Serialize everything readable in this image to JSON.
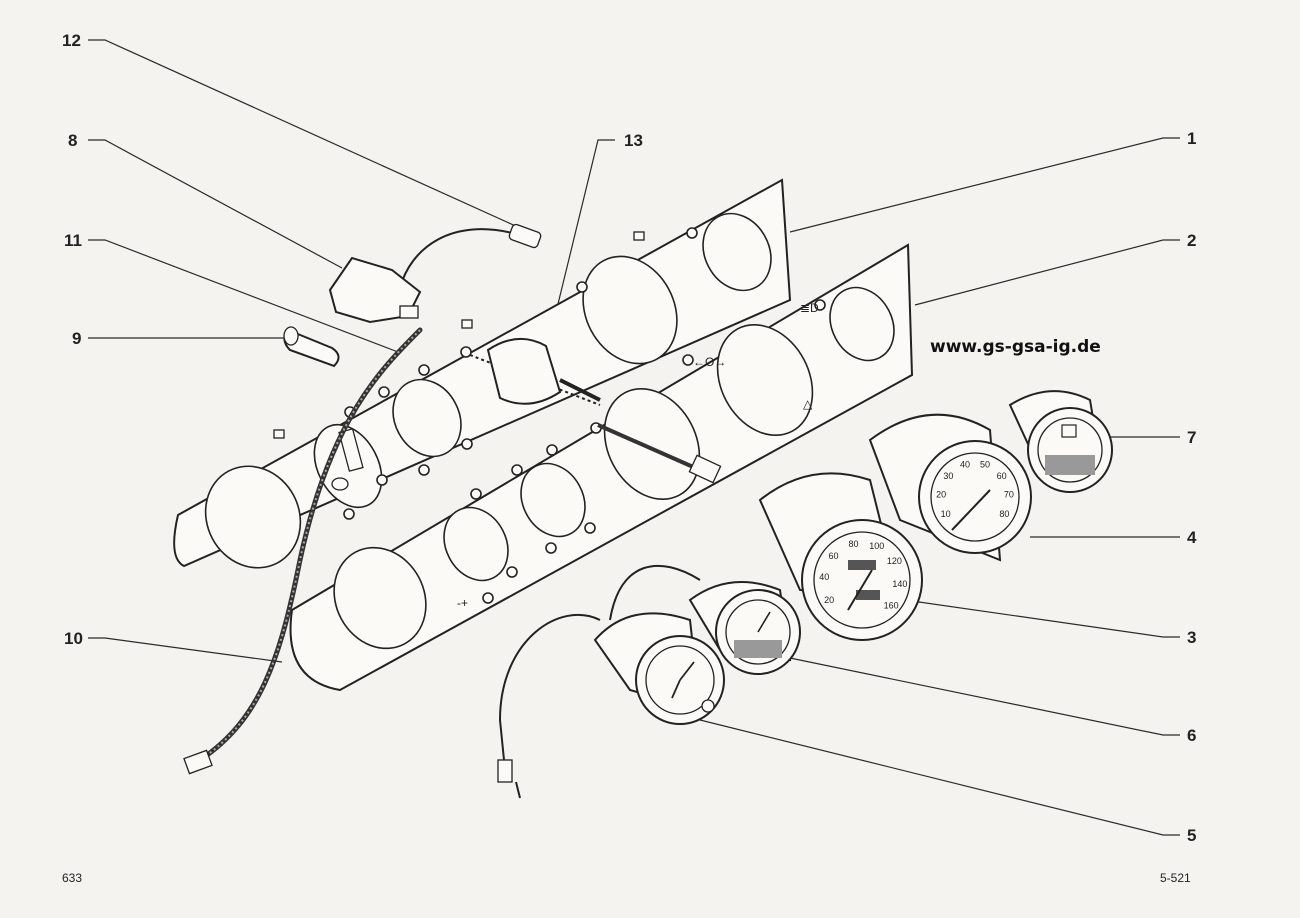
{
  "labels": [
    {
      "id": "12",
      "text": "12"
    },
    {
      "id": "8",
      "text": "8"
    },
    {
      "id": "11",
      "text": "11"
    },
    {
      "id": "9",
      "text": "9"
    },
    {
      "id": "13",
      "text": "13"
    },
    {
      "id": "1",
      "text": "1"
    },
    {
      "id": "2",
      "text": "2"
    },
    {
      "id": "7",
      "text": "7"
    },
    {
      "id": "4",
      "text": "4"
    },
    {
      "id": "3",
      "text": "3"
    },
    {
      "id": "6",
      "text": "6"
    },
    {
      "id": "10",
      "text": "10"
    },
    {
      "id": "5",
      "text": "5"
    }
  ],
  "website": "www.gs-gsa-ig.de",
  "page_number_left": "633",
  "page_number_right": "5-521",
  "speedo_scale": [
    "20",
    "40",
    "60",
    "80",
    "100",
    "120",
    "140",
    "160"
  ],
  "gauge4_scale": [
    "10",
    "20",
    "30",
    "40",
    "50",
    "60",
    "70",
    "80"
  ]
}
